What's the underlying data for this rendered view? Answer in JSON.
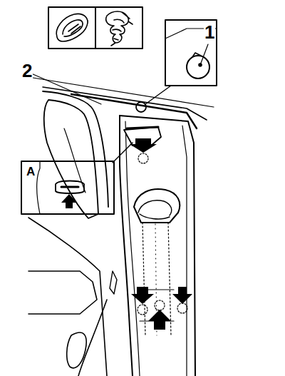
{
  "diagram": {
    "labels": [
      "1",
      "2",
      "A"
    ]
  }
}
